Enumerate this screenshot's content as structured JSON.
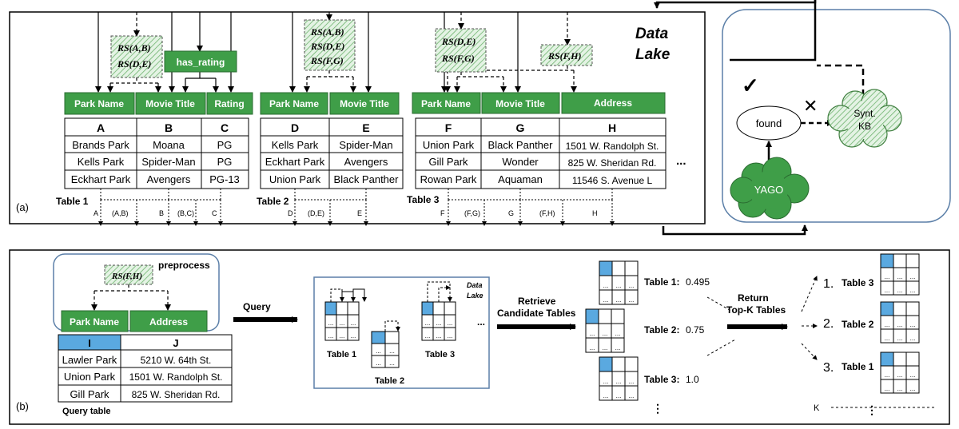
{
  "panel_a": {
    "label": "(a)",
    "data_lake_line1": "Data",
    "data_lake_line2": "Lake",
    "has_rating": "has_rating",
    "rs_box1": [
      "RS(A,B)",
      "RS(D,E)"
    ],
    "rs_box2": [
      "RS(A,B)",
      "RS(D,E)",
      "RS(F,G)"
    ],
    "rs_box3": [
      "RS(D,E)",
      "RS(F,G)"
    ],
    "rs_box4": [
      "RS(F,H)"
    ],
    "table1": {
      "name": "Table 1",
      "semantic": [
        "Park Name",
        "Movie Title",
        "Rating"
      ],
      "headers": [
        "A",
        "B",
        "C"
      ],
      "rows": [
        [
          "Brands Park",
          "Moana",
          "PG"
        ],
        [
          "Kells Park",
          "Spider-Man",
          "PG"
        ],
        [
          "Eckhart Park",
          "Avengers",
          "PG-13"
        ]
      ]
    },
    "table2": {
      "name": "Table 2",
      "semantic": [
        "Park Name",
        "Movie Title"
      ],
      "headers": [
        "D",
        "E"
      ],
      "rows": [
        [
          "Kells Park",
          "Spider-Man"
        ],
        [
          "Eckhart Park",
          "Avengers"
        ],
        [
          "Union Park",
          "Black Panther"
        ]
      ]
    },
    "table3": {
      "name": "Table 3",
      "semantic": [
        "Park Name",
        "Movie Title",
        "Address"
      ],
      "headers": [
        "F",
        "G",
        "H"
      ],
      "rows": [
        [
          "Union Park",
          "Black Panther",
          "1501 W. Randolph St."
        ],
        [
          "Gill Park",
          "Wonder",
          "825 W. Sheridan Rd."
        ],
        [
          "Rowan Park",
          "Aquaman",
          "11546 S. Avenue L"
        ]
      ]
    },
    "ellipsis": "...",
    "bottom_labels": [
      "A",
      "(A,B)",
      "B",
      "(B,C)",
      "C",
      "D",
      "(D,E)",
      "E",
      "F",
      "(F,G)",
      "G",
      "(F,H)",
      "H"
    ]
  },
  "kb_panel": {
    "found": "found",
    "yago": "YAGO",
    "synt_kb_line1": "Synt.",
    "synt_kb_line2": "KB",
    "check": "✓",
    "cross": "✕"
  },
  "panel_b": {
    "label": "(b)",
    "preprocess": "preprocess",
    "rs_fh": "RS(F,H)",
    "query_semantic": [
      "Park Name",
      "Address"
    ],
    "query_headers": [
      "I",
      "J"
    ],
    "query_rows": [
      [
        "Lawler Park",
        "5210 W. 64th St."
      ],
      [
        "Union Park",
        "1501 W. Randolph St."
      ],
      [
        "Gill Park",
        "825 W. Sheridan Rd."
      ]
    ],
    "query_table_label": "Query table",
    "query_arrow": "Query",
    "lake_line1": "Data",
    "lake_line2": "Lake",
    "lake_tables": [
      "Table 1",
      "Table 2",
      "Table 3"
    ],
    "lake_ellipsis": "...",
    "retrieve_line1": "Retrieve",
    "retrieve_line2": "Candidate Tables",
    "candidates": [
      {
        "name": "Table 1:",
        "score": "0.495"
      },
      {
        "name": "Table 2:",
        "score": "0.75"
      },
      {
        "name": "Table 3:",
        "score": "1.0"
      }
    ],
    "return_line1": "Return",
    "return_line2": "Top-K Tables",
    "ranked": [
      {
        "rank": "1.",
        "name": "Table 3"
      },
      {
        "rank": "2.",
        "name": "Table 2"
      },
      {
        "rank": "3.",
        "name": "Table 1"
      }
    ],
    "vdots": "⋮",
    "k_label": "K"
  }
}
